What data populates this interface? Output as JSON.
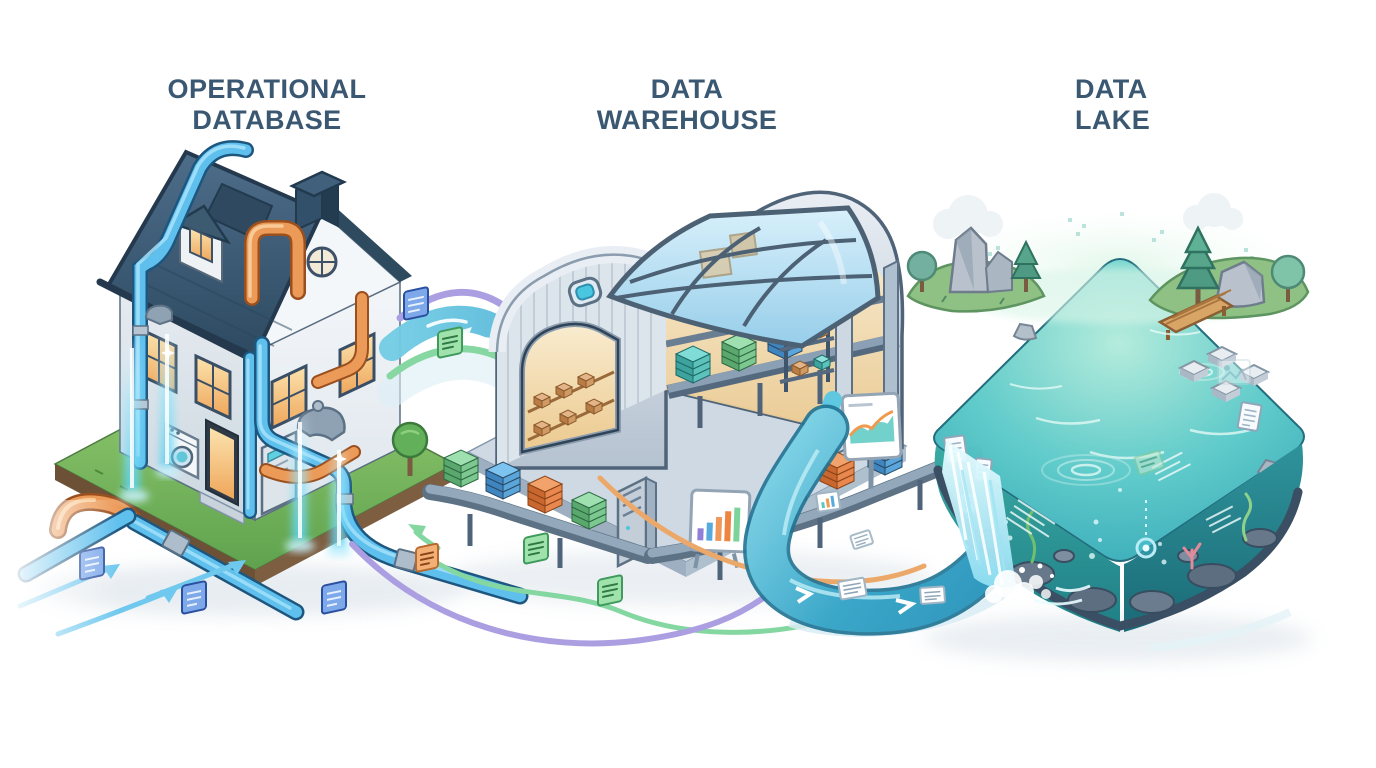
{
  "page": {
    "kind": "isometric-data-architecture-illustration"
  },
  "scenes": [
    {
      "id": "operational-database",
      "title_lines": [
        "OPERATIONAL",
        "DATABASE"
      ],
      "elements": [
        "house",
        "slate-roof",
        "chimney",
        "dormer-window",
        "round-gable-window",
        "glowing-windows",
        "front-door",
        "blue-water-pipes",
        "orange-water-pipes",
        "faucet-small",
        "faucet-large",
        "washing-machine",
        "boiler-unit",
        "glowing-data-streams",
        "green-lawn-base",
        "tree",
        "outflow-pipes",
        "flow-arrows",
        "data-packet-chips"
      ]
    },
    {
      "id": "data-warehouse",
      "title_lines": [
        "DATA",
        "WAREHOUSE"
      ],
      "elements": [
        "arched-warehouse",
        "glass-skylight-roof",
        "ribbed-front-wall",
        "arch-trim-band",
        "cyan-emblem",
        "entrance-arch",
        "storage-shelves",
        "crates",
        "interior-conveyor",
        "front-conveyors",
        "stacked-data-slabs",
        "shelf-rack",
        "server-cabinet",
        "line-chart-board",
        "bar-chart-board",
        "platform"
      ]
    },
    {
      "id": "data-lake",
      "title_lines": [
        "DATA",
        "LAKE"
      ],
      "elements": [
        "isometric-water-cube",
        "lake-surface",
        "ripples",
        "islands",
        "rocks",
        "pine-trees",
        "round-trees",
        "wooden-dock",
        "stepping-stones",
        "waterfall",
        "splash-foam",
        "submerged-documents",
        "text-fragments",
        "magnifier-glow",
        "seaweed",
        "coral",
        "bubbles",
        "clouds",
        "digital-dots"
      ]
    }
  ],
  "flows": [
    {
      "id": "stream-database-to-warehouse",
      "from": "operational-database",
      "to": "data-warehouse",
      "style": "curved band with arrows",
      "colors": [
        "purple",
        "teal",
        "green"
      ]
    },
    {
      "id": "river-warehouse-to-lake",
      "from": "data-warehouse",
      "to": "data-lake",
      "style": "wide water stream with floating documents",
      "colors": [
        "teal"
      ],
      "accent_lines": [
        "orange",
        "green",
        "purple"
      ]
    }
  ],
  "palette": {
    "background": "#ffffff",
    "title_color": "#3b5872",
    "pipe_blue": "#5fc0ee",
    "pipe_blue_dark": "#1d567f",
    "pipe_orange": "#ec9a58",
    "pipe_orange_dark": "#9a4f1e",
    "glow_cyan": "#7fe3f8",
    "lawn_green": "#7cbb60",
    "roof_slate": "#3c5a72",
    "wall_light": "#e9eef3",
    "window_amber": "#f5c583",
    "steel_light": "#cdd8e3",
    "steel_dark": "#5d7185",
    "glass_blue": "#bfe2f4",
    "conveyor_gray": "#5d7284",
    "stack_blue": "#7cc3ef",
    "stack_green": "#9fe0b0",
    "stack_orange": "#f2a26b",
    "stack_teal": "#7fdcd6",
    "accent_purple": "#ab9fe2",
    "accent_green": "#84d7a1",
    "accent_orange": "#eca869",
    "river_teal": "#3aa6c8",
    "lake_surface": "#56c6c8",
    "lake_deep": "#1f7e86",
    "rock_gray": "#b9c2cc",
    "wood_brown": "#d9a566",
    "doc_white": "#ffffff",
    "chip_blue": "#7da9ea",
    "chip_green": "#9fe2ac"
  }
}
